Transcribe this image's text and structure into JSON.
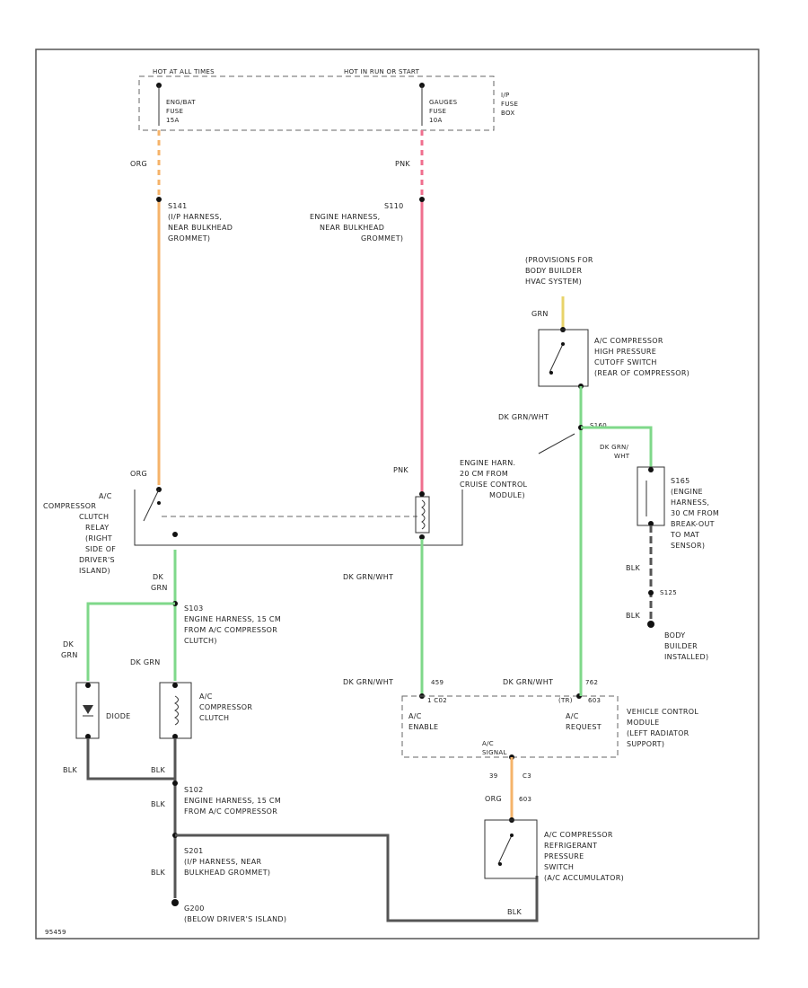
{
  "colors": {
    "orange": "#f5b36a",
    "pink": "#ef6f8e",
    "green": "#7fd88a",
    "black": "#555555",
    "yellow": "#e8d36a"
  },
  "fuse_box": {
    "hot_left": "HOT AT ALL TIMES",
    "hot_right": "HOT IN RUN OR START",
    "fuse_left": [
      "ENG/BAT",
      "FUSE",
      "15A"
    ],
    "fuse_right": [
      "GAUGES",
      "FUSE",
      "10A"
    ],
    "box_name": [
      "I/P",
      "FUSE",
      "BOX"
    ]
  },
  "wires": {
    "org": "ORG",
    "pnk": "PNK",
    "dk_grn": [
      "DK",
      "GRN"
    ],
    "dk_grn_inline": "DK GRN",
    "dk_grn_wht": "DK GRN/WHT",
    "blk": "BLK",
    "grn": "GRN",
    "dk_grn_wht_stack": [
      "DK GRN/",
      "WHT"
    ]
  },
  "splices": {
    "s141": [
      "S141",
      "(I/P HARNESS,",
      "NEAR BULKHEAD",
      "GROMMET)"
    ],
    "s110": [
      "S110",
      "ENGINE HARNESS,",
      "NEAR BULKHEAD",
      "GROMMET)"
    ],
    "s103": [
      "S103",
      "ENGINE HARNESS, 15 CM",
      "FROM A/C COMPRESSOR",
      "CLUTCH)"
    ],
    "s102": [
      "S102",
      "ENGINE HARNESS, 15 CM",
      "FROM A/C COMPRESSOR"
    ],
    "s201": [
      "S201",
      "(I/P HARNESS, NEAR",
      "BULKHEAD GROMMET)"
    ],
    "s160": "S160",
    "s165": [
      "S165",
      "(ENGINE",
      "HARNESS,",
      "30 CM FROM",
      "BREAK-OUT",
      "TO MAT",
      "SENSOR)"
    ],
    "s125": "S125"
  },
  "grounds": {
    "g200": [
      "G200",
      "(BELOW DRIVER'S ISLAND)"
    ],
    "body": [
      "BODY",
      "BUILDER",
      "INSTALLED)"
    ]
  },
  "components": {
    "relay": [
      "A/C",
      "COMPRESSOR",
      "CLUTCH",
      "RELAY",
      "(RIGHT",
      "SIDE OF",
      "DRIVER'S",
      "ISLAND)"
    ],
    "diode": "DIODE",
    "clutch": [
      "A/C",
      "COMPRESSOR",
      "CLUTCH"
    ],
    "hp_switch": [
      "A/C COMPRESSOR",
      "HIGH PRESSURE",
      "CUTOFF SWITCH",
      "(REAR OF COMPRESSOR)"
    ],
    "provision": [
      "(PROVISIONS FOR",
      "BODY BUILDER",
      "HVAC SYSTEM)"
    ],
    "vcm": [
      "VEHICLE CONTROL",
      "MODULE",
      "(LEFT RADIATOR",
      "SUPPORT)"
    ],
    "vcm_enable": [
      "A/C",
      "ENABLE"
    ],
    "vcm_request": [
      "A/C",
      "REQUEST"
    ],
    "vcm_pins": {
      "enable_pin": "1 C02",
      "enable_circuit": "459",
      "request_pin": "(TR)",
      "request_circuit": "762",
      "request_num": "603"
    },
    "refrig_switch": [
      "A/C COMPRESSOR",
      "REFRIGERANT",
      "PRESSURE",
      "SWITCH",
      "(A/C ACCUMULATOR)"
    ],
    "cruise_text": [
      "ENGINE HARN.",
      "20 CM FROM",
      "CRUISE CONTROL",
      "MODULE)"
    ],
    "signal": [
      "A/C",
      "SIGNAL"
    ],
    "pins": [
      "39",
      "C3"
    ],
    "circuit_603": "603"
  },
  "figure_id": "95459"
}
